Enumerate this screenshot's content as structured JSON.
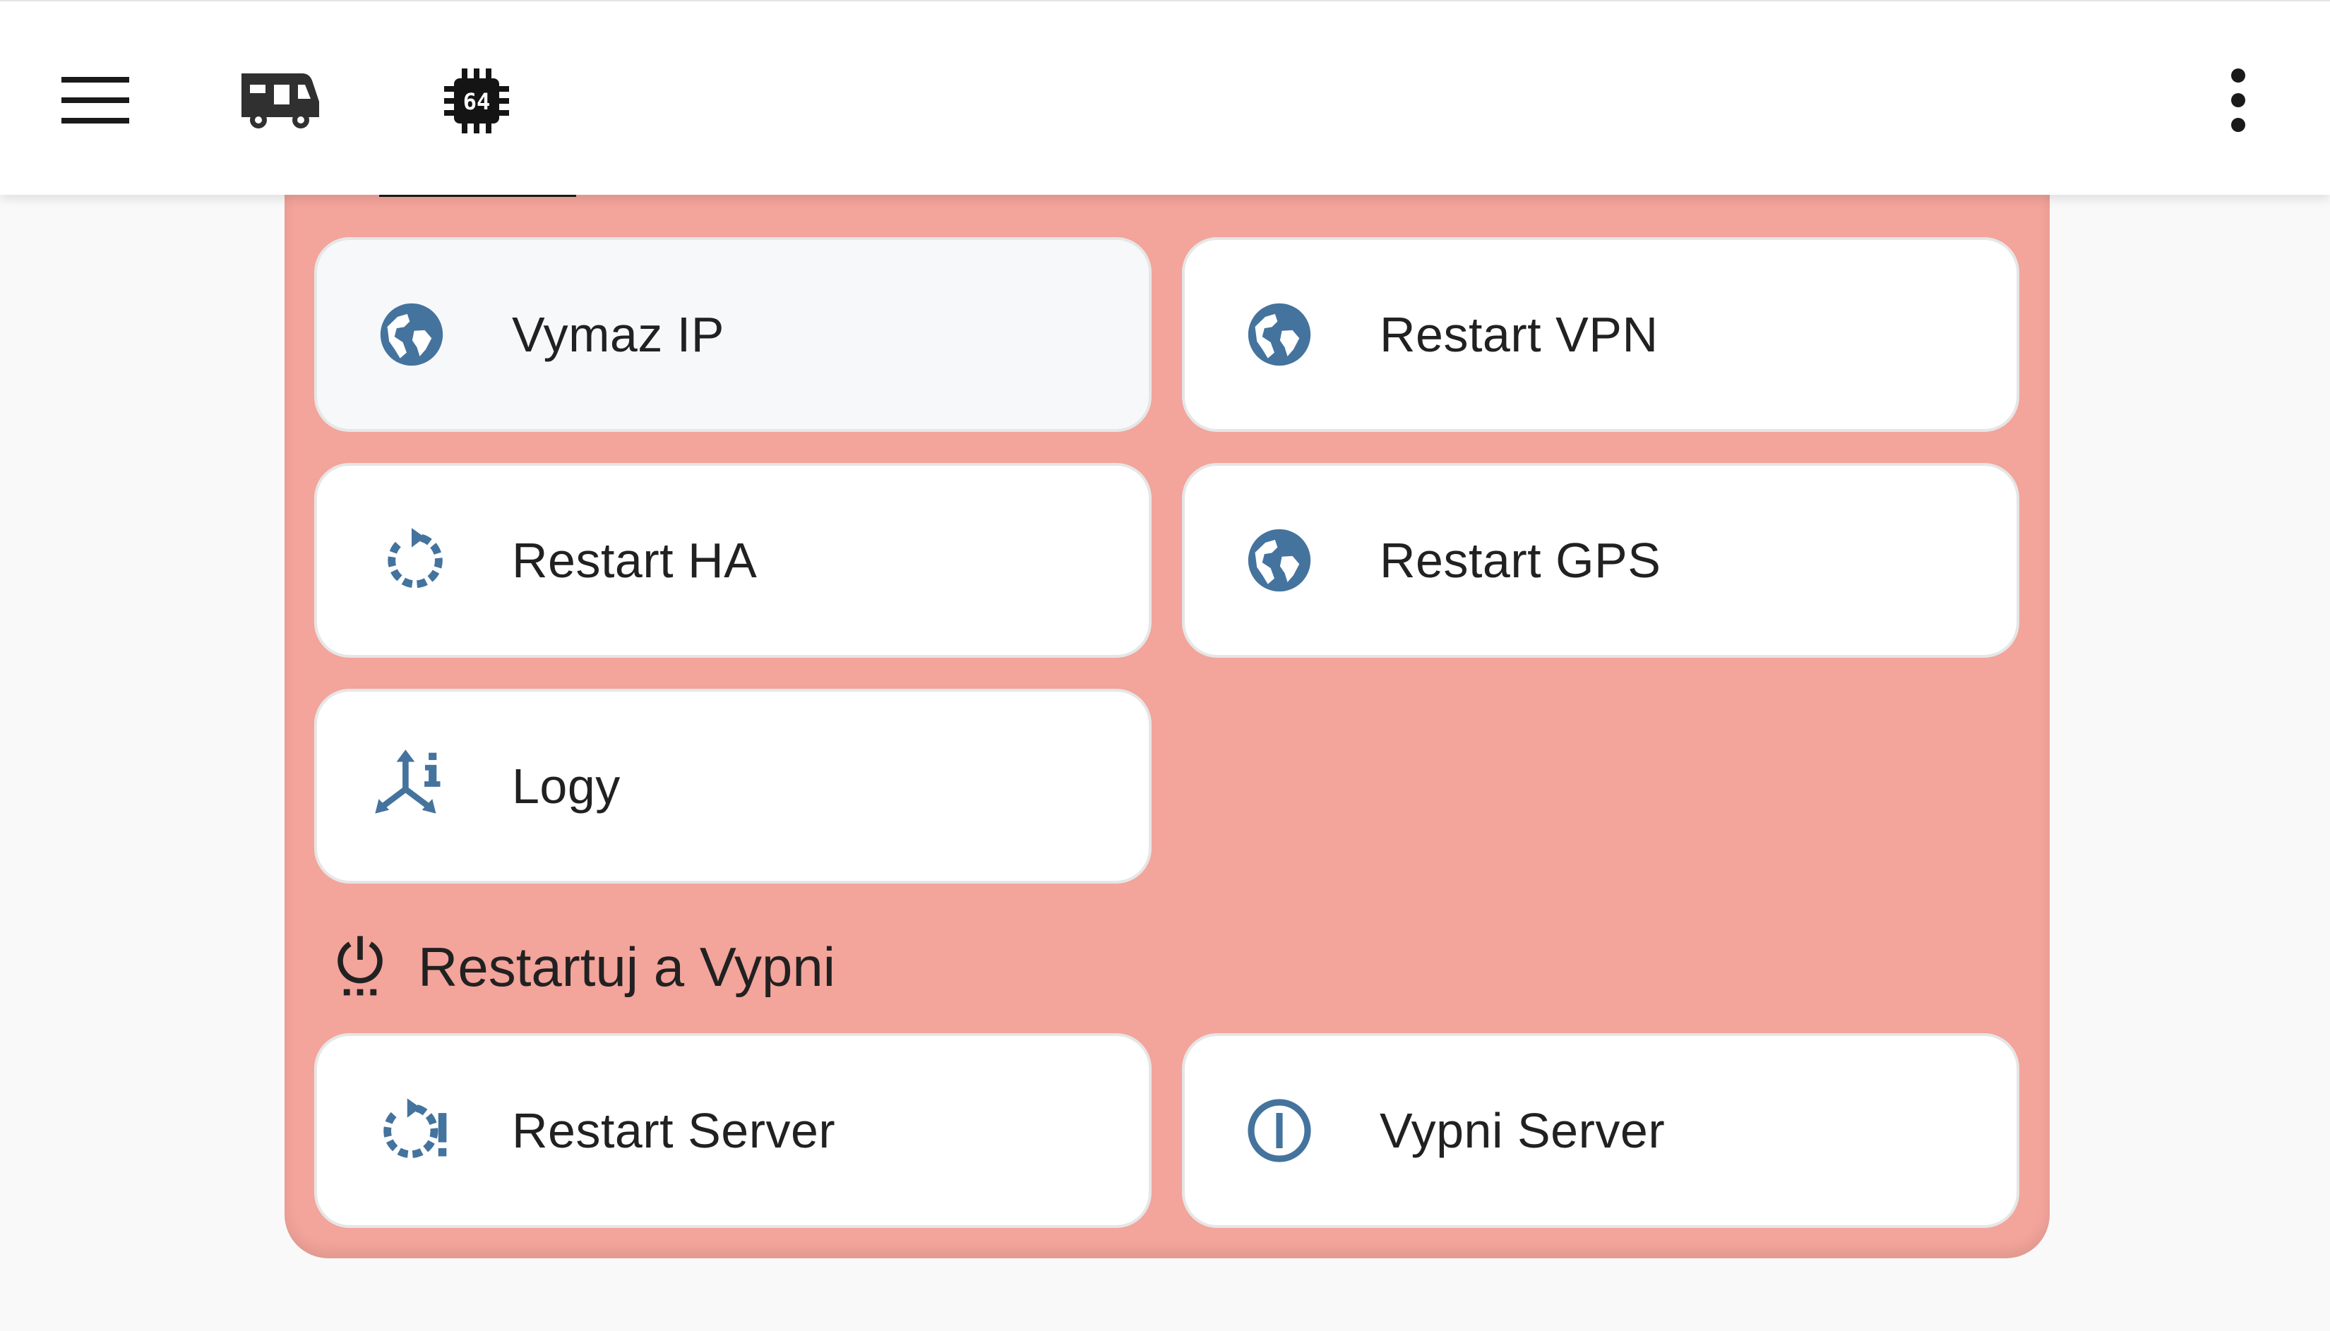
{
  "header": {
    "menu_icon": "menu-icon",
    "tabs": [
      {
        "icon": "rv-truck-icon",
        "selected": false
      },
      {
        "icon": "chip-64-icon",
        "selected": true,
        "chip_text": "64"
      }
    ],
    "more_icon": "dots-vertical-icon"
  },
  "colors": {
    "panel_bg": "#f3a49b",
    "icon_blue": "#44739e",
    "header_bg": "#ffffff"
  },
  "tiles": [
    {
      "label": "Vymaz IP",
      "icon": "web-globe-icon"
    },
    {
      "label": "Restart VPN",
      "icon": "web-globe-icon"
    },
    {
      "label": "Restart HA",
      "icon": "restart-icon"
    },
    {
      "label": "Restart GPS",
      "icon": "web-globe-icon"
    },
    {
      "label": "Logy",
      "icon": "axis-arrow-info-icon"
    }
  ],
  "section": {
    "title": "Restartuj a Vypni",
    "icon": "power-settings-icon"
  },
  "power_tiles": [
    {
      "label": "Restart Server",
      "icon": "restart-alert-icon"
    },
    {
      "label": "Vypni Server",
      "icon": "power-circle-icon"
    }
  ]
}
